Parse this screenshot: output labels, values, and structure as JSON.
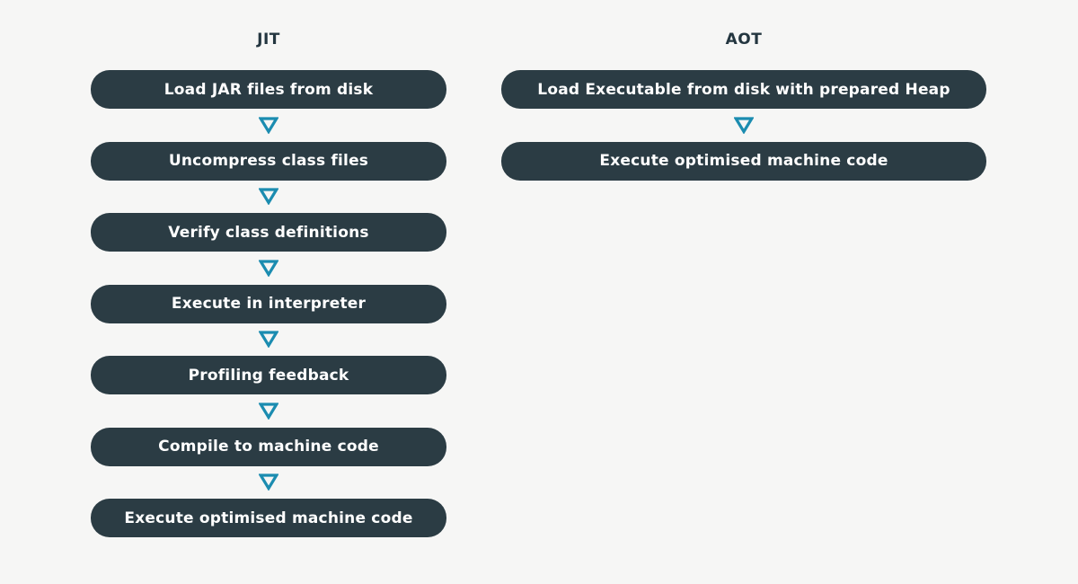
{
  "diagram": {
    "columns": [
      {
        "title": "JIT",
        "steps": [
          "Load JAR files from disk",
          "Uncompress class files",
          "Verify class definitions",
          "Execute in interpreter",
          "Profiling feedback",
          "Compile to machine code",
          "Execute optimised machine code"
        ]
      },
      {
        "title": "AOT",
        "steps": [
          "Load Executable from disk with prepared Heap",
          "Execute optimised machine code"
        ]
      }
    ],
    "icons": {
      "between_steps": "triangle-down-outline-icon"
    },
    "colors": {
      "background": "#f6f6f5",
      "box": "#2b3c44",
      "box_text": "#ffffff",
      "arrow": "#1b8cb0",
      "title_text": "#243640"
    }
  }
}
